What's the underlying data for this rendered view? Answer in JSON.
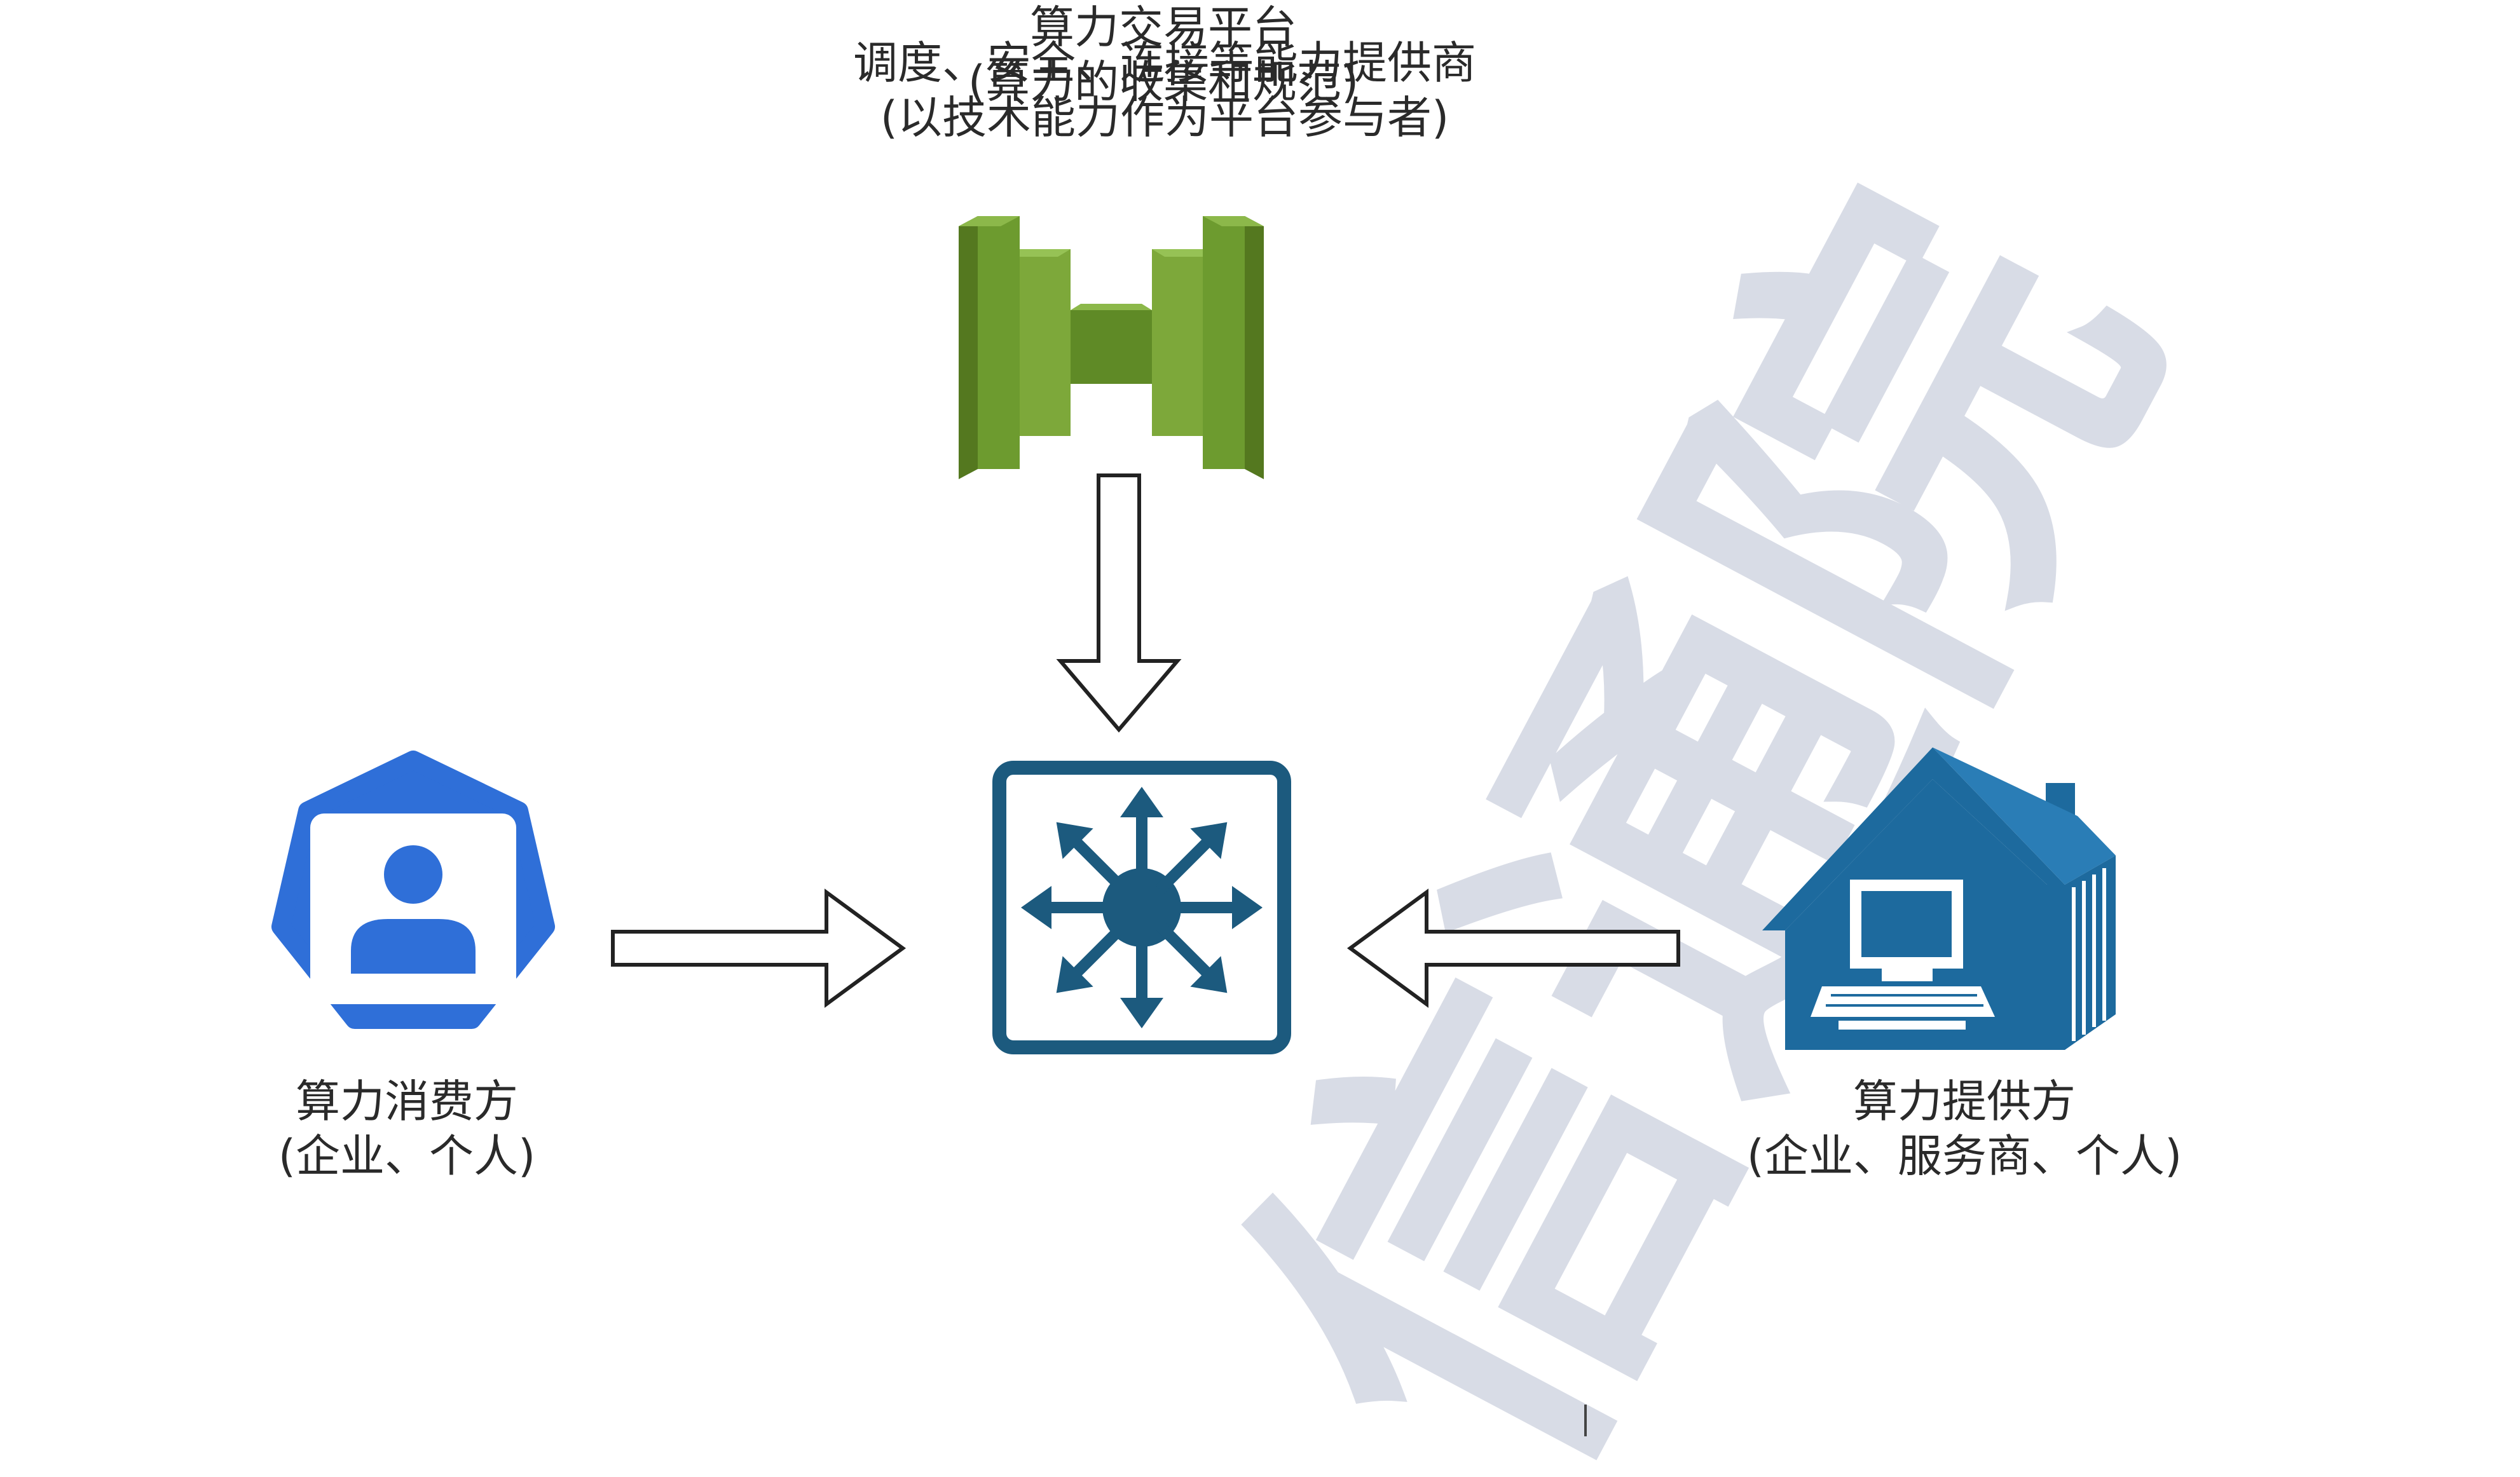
{
  "diagram": {
    "nodes": {
      "capability_provider": {
        "line1": "调度、安全、连接等能力提供商",
        "line2": "(以技术能力作为平台参与者)",
        "icon": "gateway-icon",
        "color": "#6d9b2f"
      },
      "consumer": {
        "line1": "算力消费方",
        "line2": "(企业、个人)",
        "icon": "user-badge-icon",
        "color": "#2f6fd8"
      },
      "platform": {
        "line1": "算力交易平台",
        "line2": "(算力的收集和规范)",
        "icon": "hub-switch-icon",
        "color": "#1c5a7e"
      },
      "provider": {
        "line1": "算力提供方",
        "line2": "(企业、服务商、个人)",
        "icon": "home-computer-icon",
        "color": "#1d6a9e"
      }
    },
    "edges": [
      {
        "from": "capability_provider",
        "to": "platform"
      },
      {
        "from": "consumer",
        "to": "platform"
      },
      {
        "from": "provider",
        "to": "platform"
      }
    ],
    "watermark": {
      "text": "信通院",
      "color": "#d2d6e2"
    }
  }
}
